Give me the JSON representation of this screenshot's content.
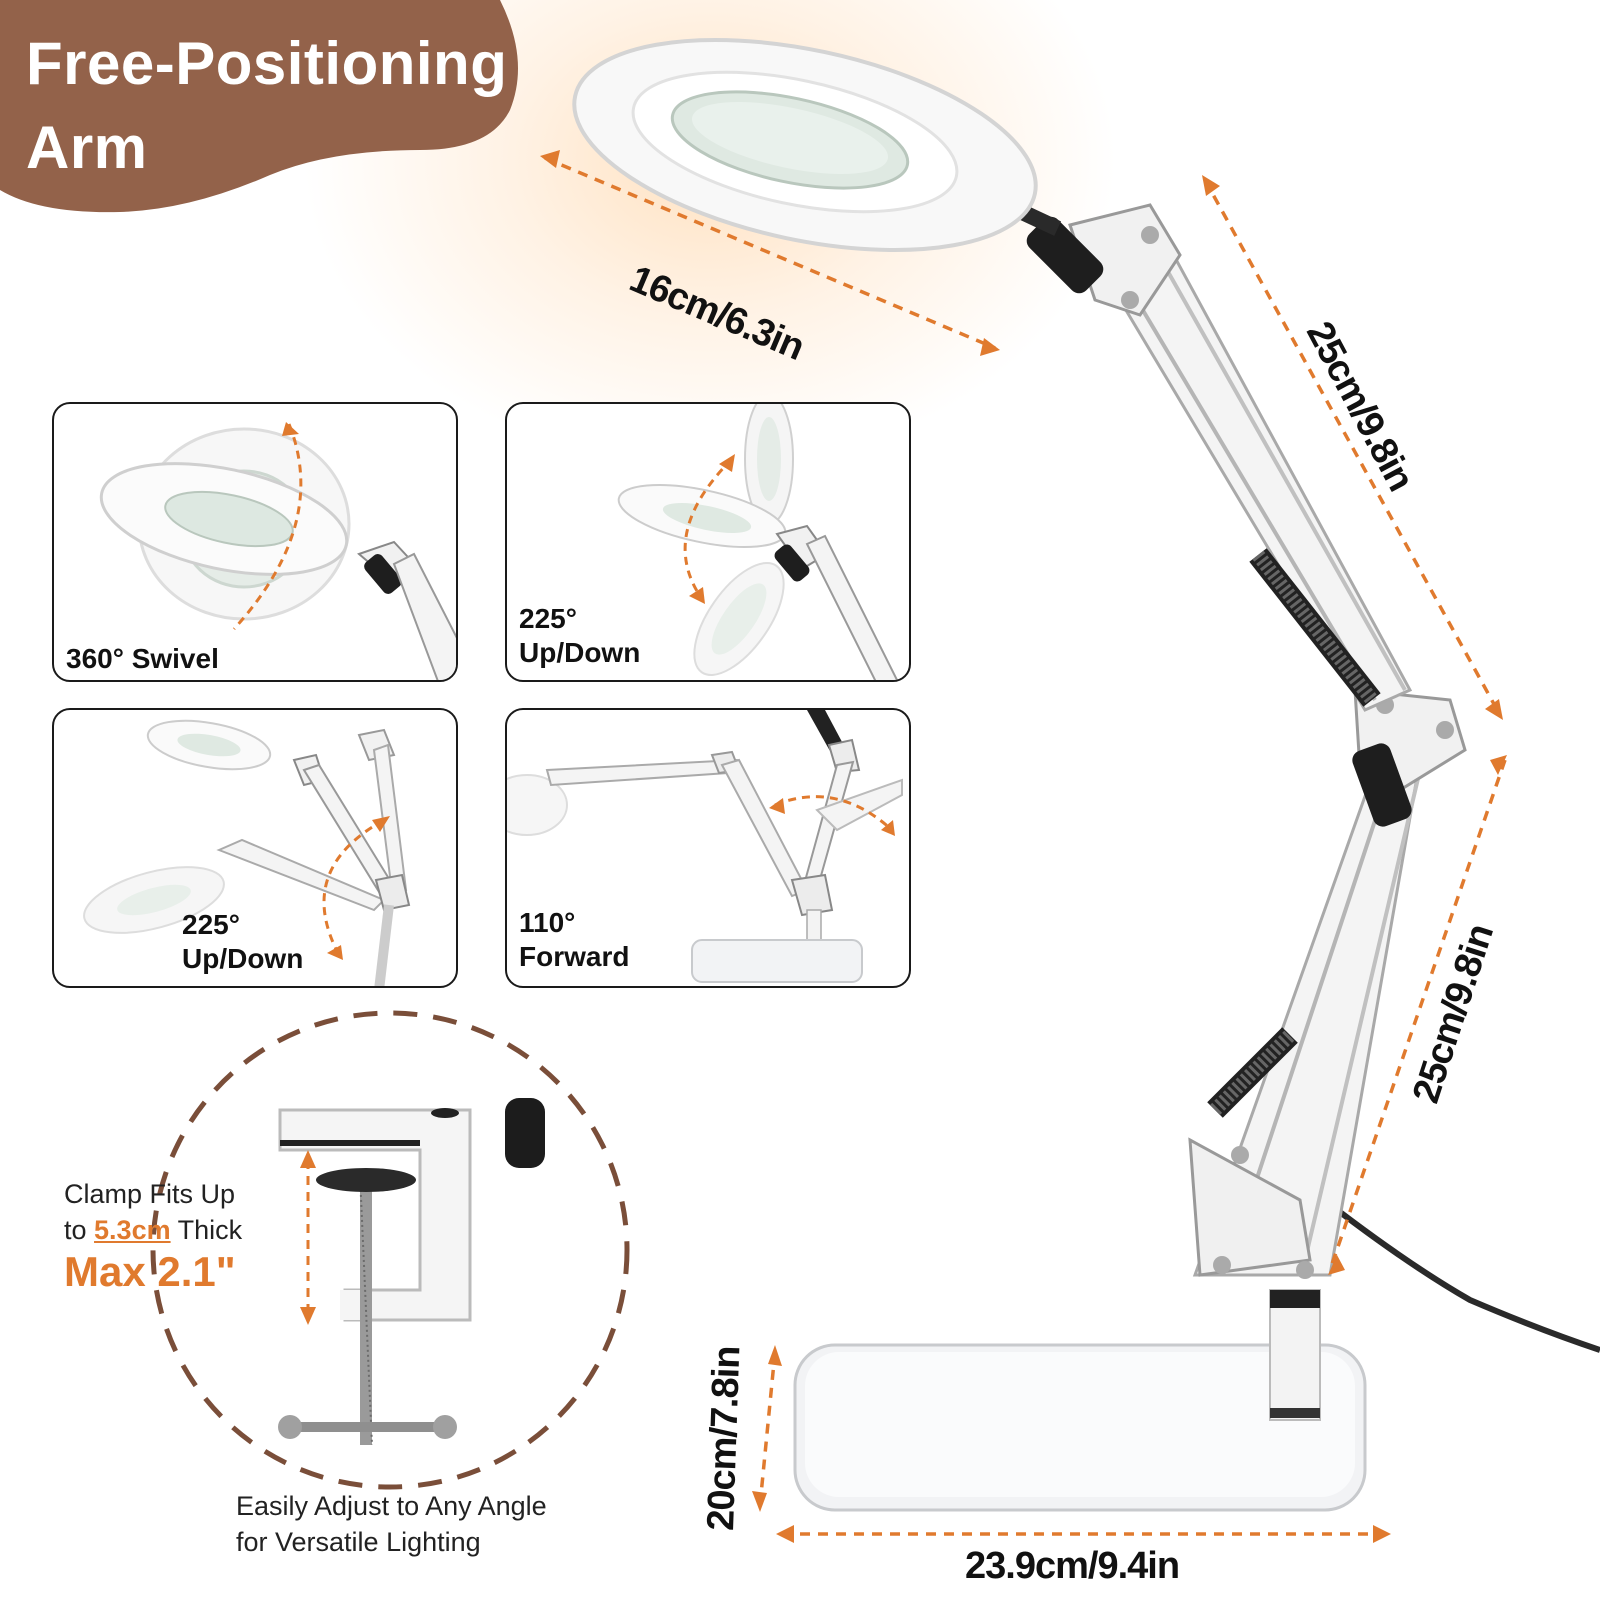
{
  "header": {
    "title_line1": "Free-Positioning",
    "title_line2": "Arm",
    "badge_color": "#93624a"
  },
  "dimensions": {
    "lamp_head": "16cm/6.3in",
    "upper_arm": "25cm/9.8in",
    "lower_arm": "25cm/9.8in",
    "base_depth": "20cm/7.8in",
    "base_width": "23.9cm/9.4in"
  },
  "panels": [
    {
      "caption": "360° Swivel"
    },
    {
      "caption_line1": "225°",
      "caption_line2": "Up/Down"
    },
    {
      "caption_line1": "225°",
      "caption_line2": "Up/Down"
    },
    {
      "caption_line1": "110°",
      "caption_line2": "Forward"
    }
  ],
  "clamp": {
    "line1": "Clamp Fits Up",
    "line2_prefix": "to ",
    "line2_highlight": "5.3cm",
    "line2_suffix": " Thick",
    "max": "Max 2.1\""
  },
  "footer": {
    "line1": "Easily Adjust to Any Angle",
    "line2": "for Versatile Lighting"
  },
  "colors": {
    "accent": "#e07a2e",
    "dashed_circle": "#7a4e39",
    "frame": "#1a1a1a"
  }
}
